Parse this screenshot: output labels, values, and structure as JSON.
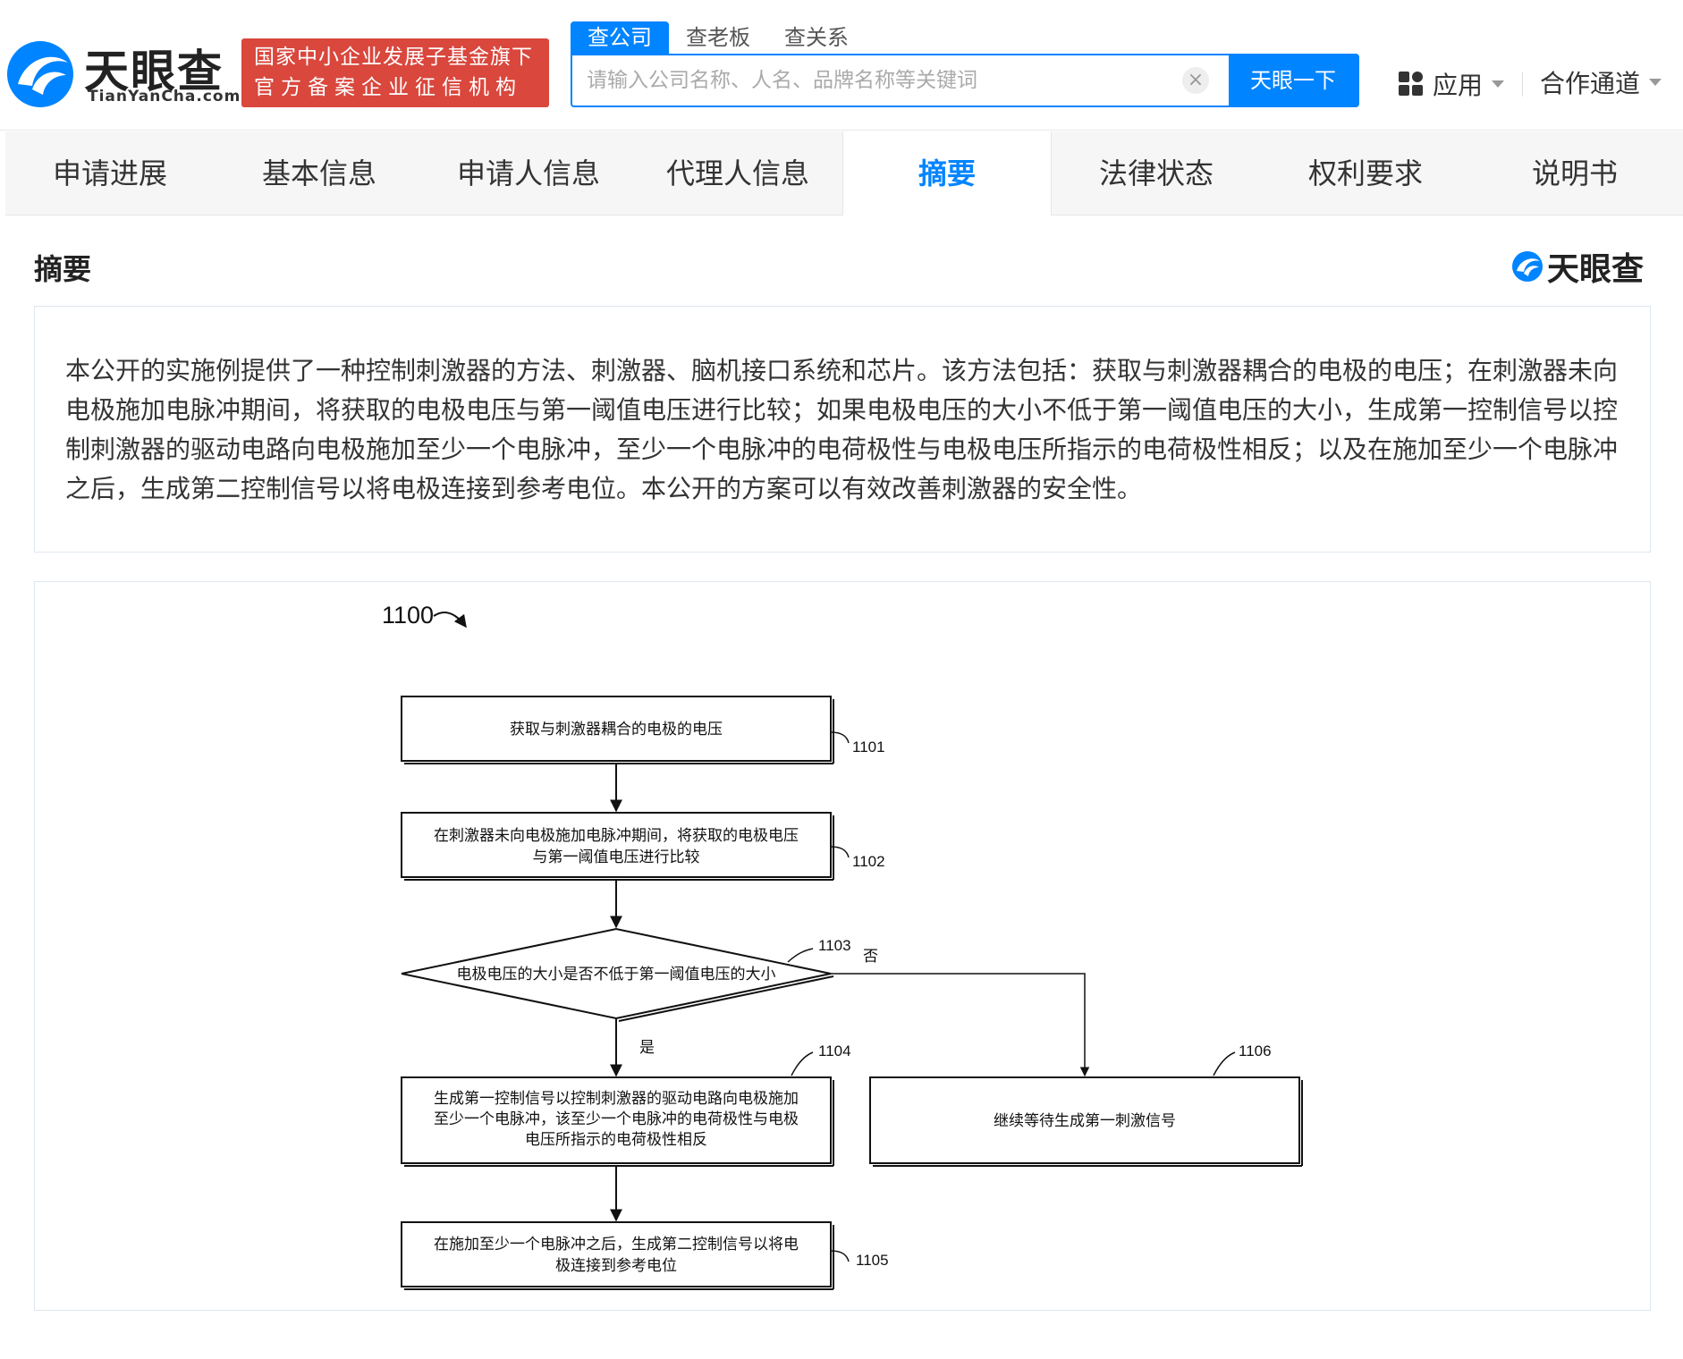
{
  "brand": {
    "name": "天眼查",
    "domain": "TianYanCha.com",
    "badge_line1": "国家中小企业发展子基金旗下",
    "badge_line2": "官方备案企业征信机构",
    "accent_color": "#0084ff",
    "badge_color": "#d9473d"
  },
  "search": {
    "tabs": [
      "查公司",
      "查老板",
      "查关系"
    ],
    "active_tab": 0,
    "placeholder": "请输入公司名称、人名、品牌名称等关键词",
    "value": "",
    "button_label": "天眼一下"
  },
  "header_menu": {
    "apps_label": "应用",
    "coop_label": "合作通道"
  },
  "nav": {
    "items": [
      "申请进展",
      "基本信息",
      "申请人信息",
      "代理人信息",
      "摘要",
      "法律状态",
      "权利要求",
      "说明书"
    ],
    "active_index": 4
  },
  "section": {
    "title": "摘要",
    "logo_text": "天眼查",
    "abstract": "本公开的实施例提供了一种控制刺激器的方法、刺激器、脑机接口系统和芯片。该方法包括：获取与刺激器耦合的电极的电压；在刺激器未向电极施加电脉冲期间，将获取的电极电压与第一阈值电压进行比较；如果电极电压的大小不低于第一阈值电压的大小，生成第一控制信号以控制刺激器的驱动电路向电极施加至少一个电脉冲，至少一个电脉冲的电荷极性与电极电压所指示的电荷极性相反；以及在施加至少一个电脉冲之后，生成第二控制信号以将电极连接到参考电位。本公开的方案可以有效改善刺激器的安全性。"
  },
  "flowchart": {
    "figure_label": "1100",
    "steps": {
      "s1101": {
        "id": "1101",
        "lines": [
          "获取与刺激器耦合的电极的电压"
        ]
      },
      "s1102": {
        "id": "1102",
        "lines": [
          "在刺激器未向电极施加电脉冲期间，将获取的电极电压",
          "与第一阈值电压进行比较"
        ]
      },
      "s1103": {
        "id": "1103",
        "lines": [
          "电极电压的大小是否不低于第一阈值电压的大小"
        ]
      },
      "s1104": {
        "id": "1104",
        "lines": [
          "生成第一控制信号以控制刺激器的驱动电路向电极施加",
          "至少一个电脉冲，该至少一个电脉冲的电荷极性与电极",
          "电压所指示的电荷极性相反"
        ]
      },
      "s1105": {
        "id": "1105",
        "lines": [
          "在施加至少一个电脉冲之后，生成第二控制信号以将电",
          "极连接到参考电位"
        ]
      },
      "s1106": {
        "id": "1106",
        "lines": [
          "继续等待生成第一刺激信号"
        ]
      }
    },
    "yes_label": "是",
    "no_label": "否"
  }
}
